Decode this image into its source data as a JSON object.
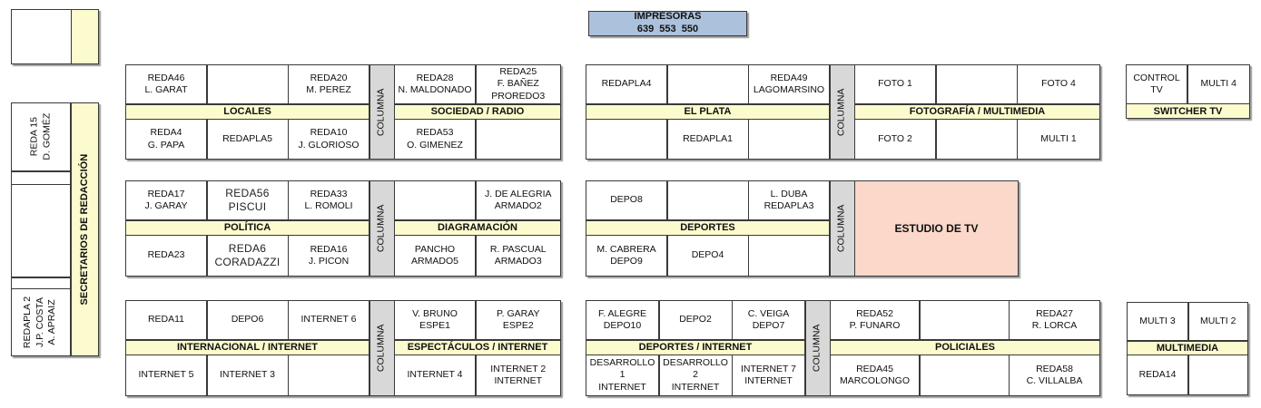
{
  "printer_box": {
    "title": "IMPRESORAS",
    "numbers": "639  553  550"
  },
  "column_label": "COLUMNA",
  "left_panel": {
    "secretaries": "SECRETARIOS DE REDACCIÓN",
    "desk_top": "REDA 15\nD. GOMÉZ",
    "desk_bottom": "REDAPLA 2\nJ.P. COSTA\nA. APRAIZ"
  },
  "colors": {
    "band_yellow": "#FBFBCD",
    "column_gray": "#D8D8D8",
    "studio_pink": "#FBD8C9",
    "printer_blue": "#ACC1DB",
    "line": "#3A3A3A"
  },
  "groups": {
    "locales": {
      "band_left": "LOCALES",
      "band_right": "SOCIEDAD / RADIO",
      "r1": [
        "REDA46\nL. GARAT",
        "",
        "REDA20\nM. PEREZ",
        "REDA28\nN. MALDONADO",
        "REDA25\nF. BAÑEZ\nPROREDO3"
      ],
      "r2": [
        "REDA4\nG. PAPA",
        "REDAPLA5",
        "REDA10\nJ. GLORIOSO",
        "REDA53\nO. GIMENEZ",
        ""
      ]
    },
    "politica": {
      "band_left": "POLÍTICA",
      "band_right": "DIAGRAMACIÓN",
      "r1": [
        "REDA17\nJ. GARAY",
        "REDA56\nPISCUI",
        "REDA33\nL. ROMOLI",
        "",
        "J. DE ALEGRIA\nARMADO2"
      ],
      "r2": [
        "REDA23",
        "REDA6\nCORADAZZI",
        "REDA16\nJ. PICON",
        "PANCHO\nARMADO5",
        "R. PASCUAL\nARMADO3"
      ]
    },
    "internacional": {
      "band_left": "INTERNACIONAL / INTERNET",
      "band_right": "ESPECTÁCULOS / INTERNET",
      "r1": [
        "REDA11",
        "DEPO6",
        "INTERNET 6",
        "V. BRUNO\nESPE1",
        "P. GARAY\nESPE2"
      ],
      "r2": [
        "INTERNET 5",
        "INTERNET 3",
        "",
        "INTERNET 4",
        "INTERNET 2\nINTERNET"
      ]
    },
    "el_plata": {
      "band_left": "EL PLATA",
      "band_right": "FOTOGRAFÍA / MULTIMEDIA",
      "r1": [
        "REDAPLA4",
        "",
        "REDA49\nLAGOMARSINO",
        "FOTO 1",
        "",
        "FOTO 4"
      ],
      "r2": [
        "",
        "REDAPLA1",
        "",
        "FOTO 2",
        "",
        "MULTI 1"
      ]
    },
    "deportes": {
      "band_left": "DEPORTES",
      "studio": "ESTUDIO DE TV",
      "r1": [
        "DEPO8",
        "",
        "L. DUBA\nREDAPLA3"
      ],
      "r2": [
        "M. CABRERA\nDEPO9",
        "DEPO4",
        ""
      ]
    },
    "deportes_internet": {
      "band_left": "DEPORTES / INTERNET",
      "band_right": "POLICIALES",
      "r1": [
        "F. ALEGRE\nDEPO10",
        "DEPO2",
        "C. VEIGA\nDEPO7",
        "REDA52\nP. FUNARO",
        "",
        "REDA27\nR. LORCA"
      ],
      "r2": [
        "DESARROLLO 1\nINTERNET",
        "DESARROLLO 2\nINTERNET",
        "INTERNET 7\nINTERNET",
        "REDA45\nMARCOLONGO",
        "",
        "REDA58\nC. VILLALBA"
      ]
    },
    "switcher": {
      "band": "SWITCHER TV",
      "r1": [
        "CONTROL TV",
        "MULTI 4"
      ]
    },
    "multimedia": {
      "band": "MULTIMEDIA",
      "r1": [
        "MULTI 3",
        "MULTI 2"
      ],
      "r2": [
        "REDA14",
        ""
      ]
    }
  }
}
